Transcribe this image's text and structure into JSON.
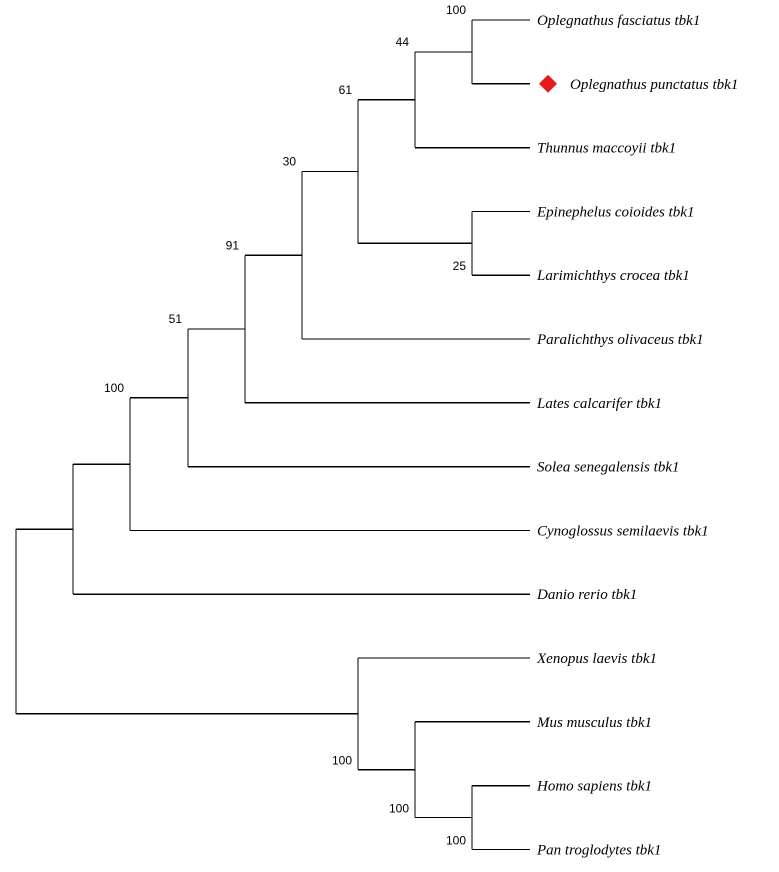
{
  "tree": {
    "leaves": [
      {
        "id": "L1",
        "label": "Oplegnathus fasciatus tbk1"
      },
      {
        "id": "L2",
        "label": "Oplegnathus punctatus tbk1",
        "marker": "red-diamond"
      },
      {
        "id": "L3",
        "label": "Thunnus maccoyii tbk1"
      },
      {
        "id": "L4",
        "label": "Epinephelus coioides tbk1"
      },
      {
        "id": "L5",
        "label": "Larimichthys crocea tbk1"
      },
      {
        "id": "L6",
        "label": "Paralichthys olivaceus tbk1"
      },
      {
        "id": "L7",
        "label": "Lates calcarifer tbk1"
      },
      {
        "id": "L8",
        "label": "Solea senegalensis tbk1"
      },
      {
        "id": "L9",
        "label": "Cynoglossus semilaevis tbk1"
      },
      {
        "id": "L10",
        "label": "Danio rerio tbk1"
      },
      {
        "id": "L11",
        "label": "Xenopus laevis tbk1"
      },
      {
        "id": "L12",
        "label": "Mus musculus tbk1"
      },
      {
        "id": "L13",
        "label": "Homo sapiens tbk1"
      },
      {
        "id": "L14",
        "label": "Pan troglodytes tbk1"
      }
    ],
    "clades": [
      {
        "id": "n_fasc_punc",
        "children": [
          "L1",
          "L2"
        ],
        "support": "100"
      },
      {
        "id": "n_44",
        "children": [
          "n_fasc_punc",
          "L3"
        ],
        "support": "44"
      },
      {
        "id": "n_25",
        "children": [
          "L4",
          "L5"
        ],
        "support": "25"
      },
      {
        "id": "n_61",
        "children": [
          "n_44",
          "n_25"
        ],
        "support": "61"
      },
      {
        "id": "n_30",
        "children": [
          "n_61",
          "L6"
        ],
        "support": "30"
      },
      {
        "id": "n_91",
        "children": [
          "n_30",
          "L7"
        ],
        "support": "91"
      },
      {
        "id": "n_51",
        "children": [
          "n_91",
          "L8"
        ],
        "support": "51"
      },
      {
        "id": "n_fish100",
        "children": [
          "n_51",
          "L9"
        ],
        "support": "100"
      },
      {
        "id": "n_fish_root",
        "children": [
          "n_fish100",
          "L10"
        ],
        "support": ""
      },
      {
        "id": "n_homo_pan",
        "children": [
          "L13",
          "L14"
        ],
        "support": "100"
      },
      {
        "id": "n_mus",
        "children": [
          "L12",
          "n_homo_pan"
        ],
        "support": "100"
      },
      {
        "id": "n_tetra",
        "children": [
          "L11",
          "n_mus"
        ],
        "support": "100"
      },
      {
        "id": "root",
        "children": [
          "n_fish_root",
          "n_tetra"
        ],
        "support": ""
      }
    ]
  },
  "colors": {
    "marker": "#e8191c",
    "branch": "#000000"
  }
}
